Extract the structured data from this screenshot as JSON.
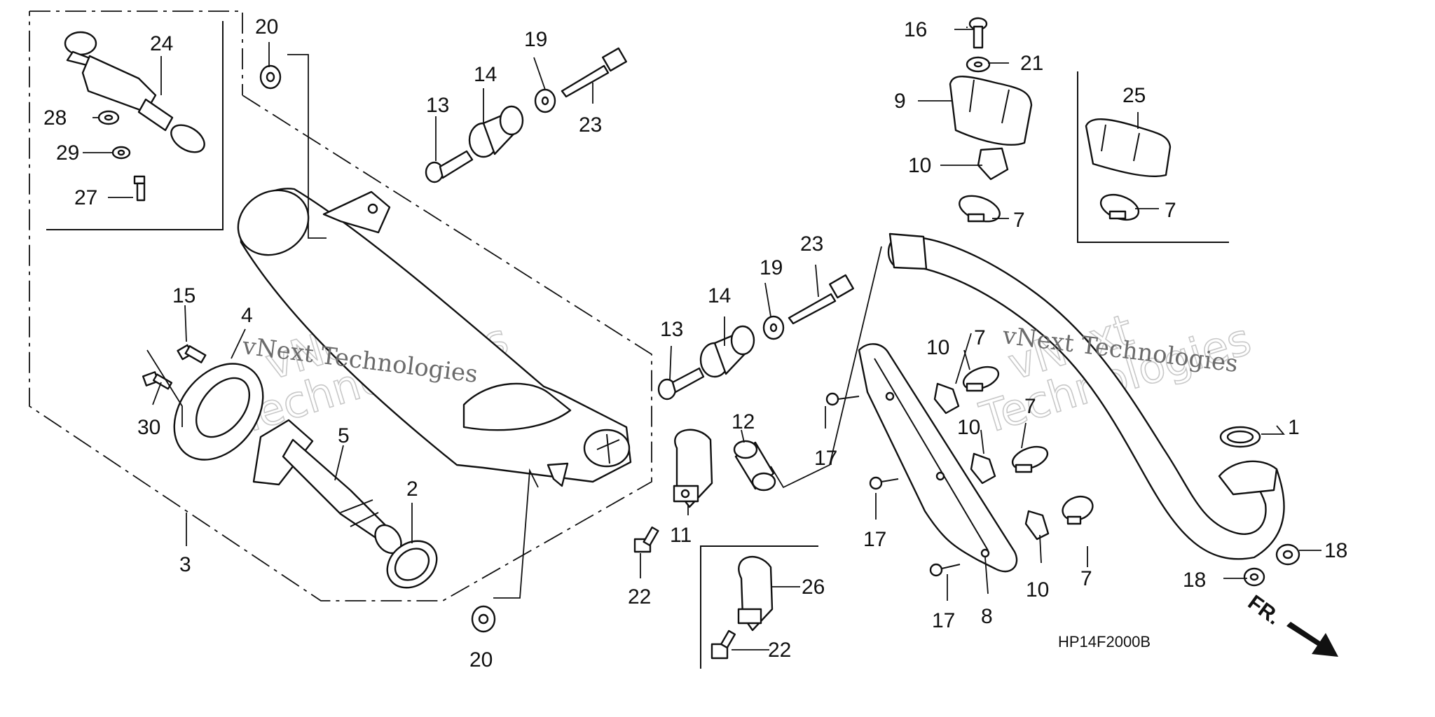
{
  "diagram_code": "HP14F2000B",
  "direction_label": "FR.",
  "watermark": {
    "line1": "vNext Technologies",
    "big1": "vNext",
    "big2": "Technologies"
  },
  "callouts": [
    "1",
    "2",
    "3",
    "4",
    "5",
    "7",
    "7",
    "7",
    "7",
    "7",
    "8",
    "9",
    "10",
    "10",
    "10",
    "10",
    "11",
    "12",
    "13",
    "13",
    "14",
    "14",
    "15",
    "16",
    "17",
    "17",
    "17",
    "18",
    "18",
    "19",
    "19",
    "20",
    "20",
    "21",
    "22",
    "22",
    "23",
    "23",
    "24",
    "25",
    "26",
    "27",
    "28",
    "29",
    "30"
  ]
}
